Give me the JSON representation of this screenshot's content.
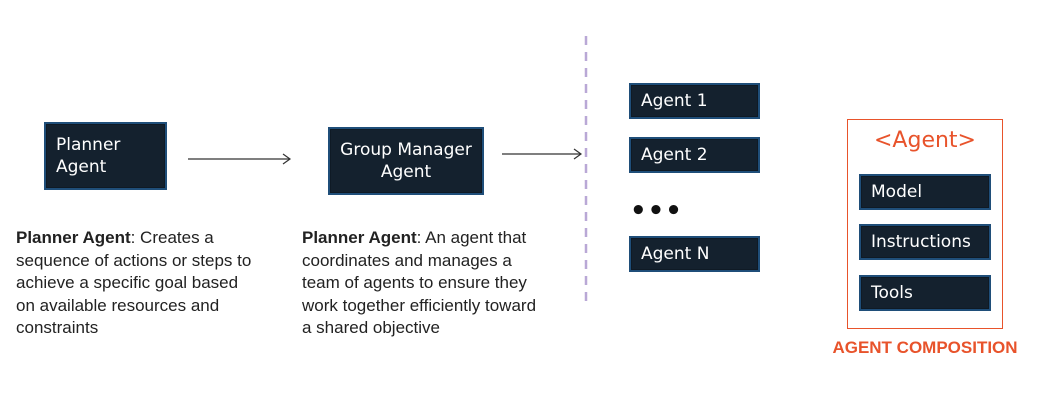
{
  "planner": {
    "box_line1": "Planner",
    "box_line2": "Agent",
    "desc_bold": "Planner Agent",
    "desc_text": ":  Creates a sequence of actions or steps to achieve a specific goal based on available resources and constraints"
  },
  "group_manager": {
    "box_line1": "Group Manager",
    "box_line2": "Agent",
    "desc_bold": "Planner Agent",
    "desc_text": ":  An agent that coordinates and manages a team of agents to ensure they work together efficiently toward a shared objective"
  },
  "agents": {
    "agent1": "Agent 1",
    "agent2": "Agent 2",
    "ellipsis": "•••",
    "agentN": "Agent N"
  },
  "composition": {
    "title": "<Agent>",
    "items": [
      "Model",
      "Instructions",
      "Tools"
    ],
    "caption": "AGENT COMPOSITION"
  },
  "colors": {
    "box_fill": "#14212e",
    "box_border": "#1f4e79",
    "accent": "#e8532b",
    "divider": "#b9a8d6"
  }
}
